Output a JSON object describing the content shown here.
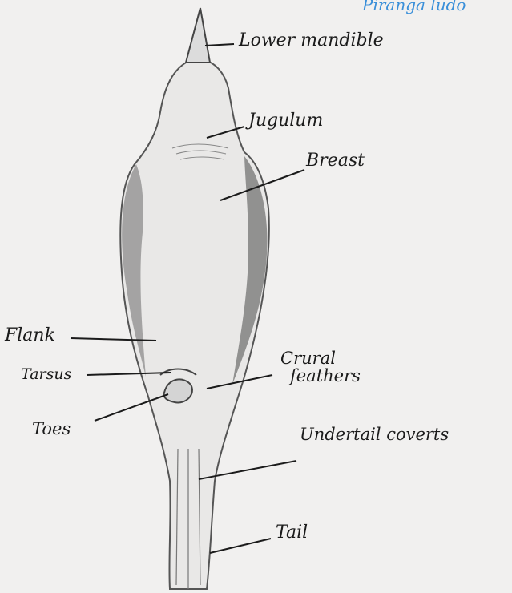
{
  "corner_text": "Piranga ludo",
  "labels": {
    "lower_mandible": "Lower mandible",
    "jugulum": "Jugulum",
    "breast": "Breast",
    "flank": "Flank",
    "tarsus": "Tarsus",
    "crural_line1": "Crural",
    "crural_line2": "feathers",
    "toes": "Toes",
    "undertail_coverts": "Undertail coverts",
    "tail": "Tail"
  },
  "colors": {
    "paper": "#f1f0ef",
    "pencil": "#2a2a2a",
    "blue_ink": "#3a8fd9"
  }
}
